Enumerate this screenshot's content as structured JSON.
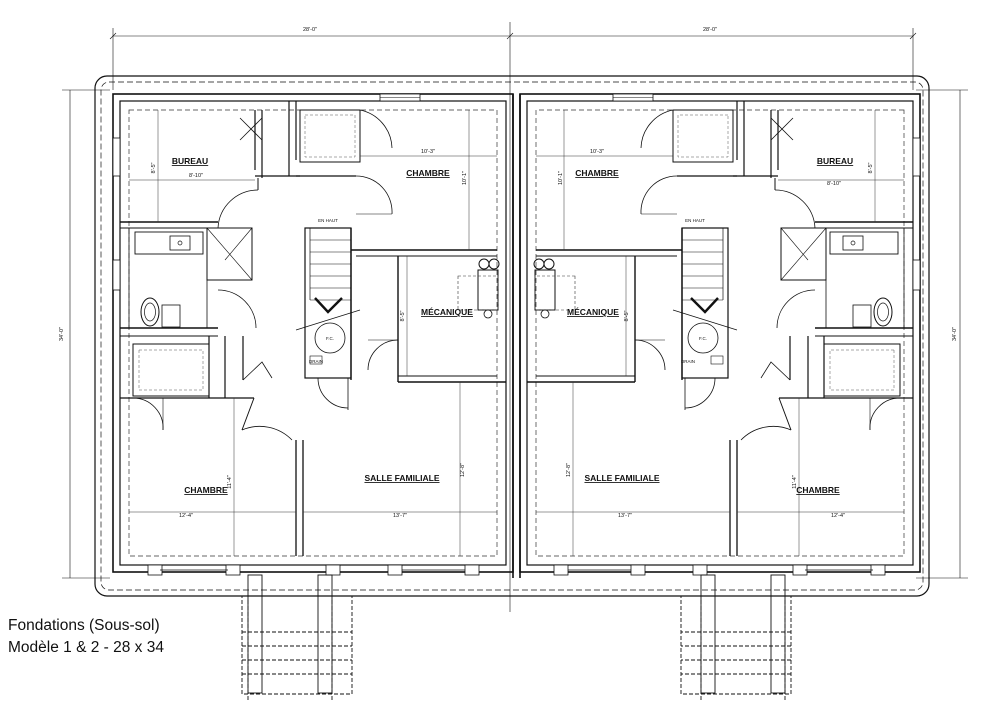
{
  "dimensions": {
    "overall_width_left": "28'-0\"",
    "overall_width_right": "28'-0\"",
    "overall_depth": "34'-0\""
  },
  "rooms": {
    "bureau": "BUREAU",
    "chambre": "CHAMBRE",
    "mecanique": "MÉCANIQUE",
    "salle_familiale": "SALLE FAMILIALE"
  },
  "interior_dims": {
    "bureau_w": "8'-10\"",
    "bureau_d": "8'-5\"",
    "chambre_top_w": "10'-3\"",
    "chambre_top_d": "10'-1\"",
    "mecanique_d": "8'-5\"",
    "chambre_bottom_w": "12'-4\"",
    "chambre_bottom_d": "11'-4\"",
    "salle_w": "13'-7\"",
    "salle_d": "12'-8\""
  },
  "labels": {
    "stair_up": "EN HAUT",
    "floor_drain": "DRAIN",
    "fc": "F.C."
  },
  "caption": {
    "line1": "Fondations (Sous-sol)",
    "line2": "Modèle 1 & 2 - 28 x 34"
  }
}
